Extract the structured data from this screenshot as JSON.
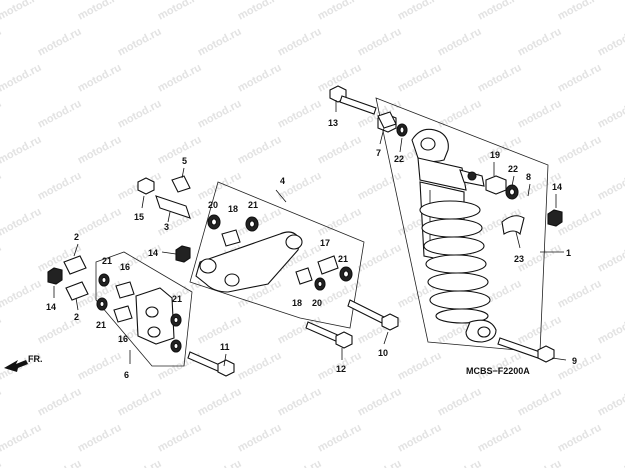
{
  "watermark_text": "motod.ru",
  "diagram_code": "MCBS−F2200A",
  "front_label": "FR.",
  "callouts": [
    "1",
    "2",
    "2",
    "3",
    "4",
    "5",
    "6",
    "7",
    "8",
    "9",
    "10",
    "11",
    "12",
    "13",
    "14",
    "14",
    "14",
    "15",
    "16",
    "16",
    "17",
    "18",
    "18",
    "19",
    "20",
    "20",
    "21",
    "21",
    "21",
    "21",
    "21",
    "22",
    "22",
    "23"
  ]
}
